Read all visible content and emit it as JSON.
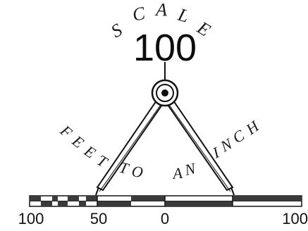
{
  "logo": {
    "arc_top_letters": [
      "S",
      "C",
      "A",
      "L",
      "E"
    ],
    "scale_value": "100",
    "arc_lower_left_letters": [
      "F",
      "E",
      "E",
      "T"
    ],
    "lower_word_to": [
      "T",
      "O"
    ],
    "lower_word_an": [
      "A",
      "N"
    ],
    "arc_lower_right_letters": [
      "I",
      "N",
      "C",
      "H"
    ]
  },
  "bar_labels": [
    "100",
    "50",
    "0",
    "100"
  ],
  "colors": {
    "ink": "#111111",
    "bar_dark": "#3a3a3a",
    "bar_light": "#ffffff"
  }
}
